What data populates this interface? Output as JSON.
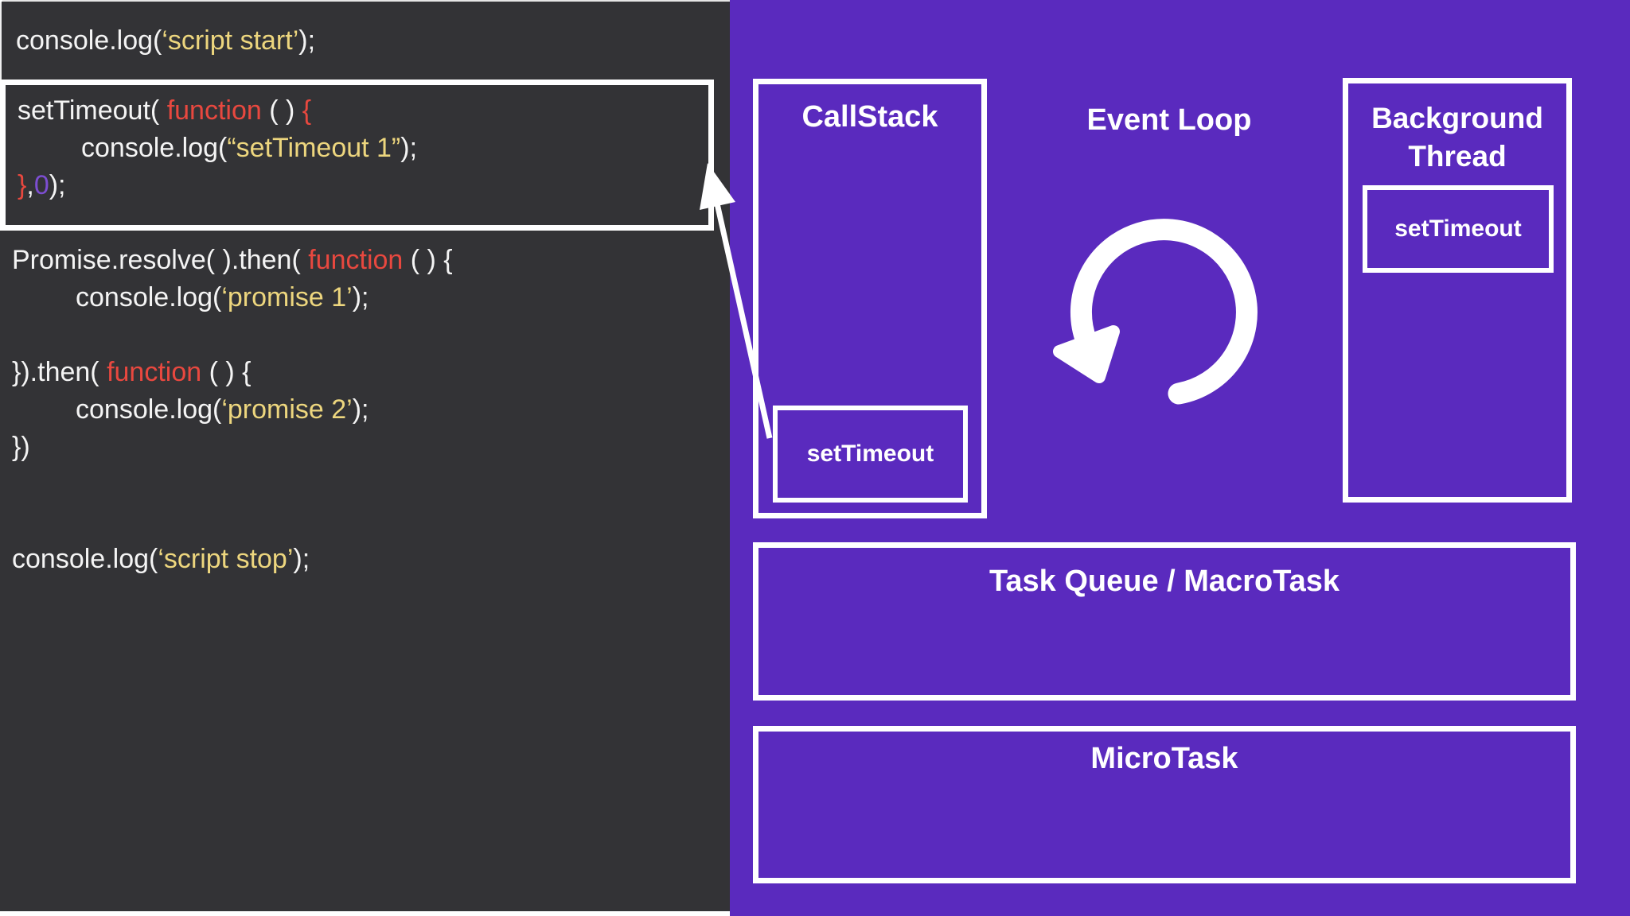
{
  "colors": {
    "background_purple": "#5a2abe",
    "editor_dark": "#333336",
    "outline_white": "#ffffff",
    "code_default": "#f4f4f4",
    "code_string_yellow": "#edd67e",
    "code_keyword_red": "#e8483f",
    "code_number_purple": "#7d4ed2"
  },
  "editor": {
    "block_top": {
      "lines": [
        {
          "indent": false,
          "tokens": [
            [
              "console.log(",
              "w"
            ],
            [
              "‘script start’",
              "y"
            ],
            [
              ");",
              "w"
            ]
          ]
        }
      ]
    },
    "highlight_box": {
      "lines": [
        {
          "indent": false,
          "tokens": [
            [
              "setTimeout( ",
              "w"
            ],
            [
              "function",
              "r"
            ],
            [
              " ( ) ",
              "w"
            ],
            [
              "{",
              "r"
            ]
          ]
        },
        {
          "indent": true,
          "tokens": [
            [
              "console.log(",
              "w"
            ],
            [
              "“setTimeout 1”",
              "y"
            ],
            [
              ");",
              "w"
            ]
          ]
        },
        {
          "indent": false,
          "tokens": [
            [
              "}",
              "r"
            ],
            [
              ",",
              "w"
            ],
            [
              "0",
              "p"
            ],
            [
              ");",
              "w"
            ]
          ]
        }
      ]
    },
    "block_bottom": {
      "lines": [
        {
          "indent": false,
          "tokens": [
            [
              "Promise.resolve( ).then( ",
              "w"
            ],
            [
              "function",
              "r"
            ],
            [
              " ( ) {",
              "w"
            ]
          ]
        },
        {
          "indent": true,
          "tokens": [
            [
              "console.log(",
              "w"
            ],
            [
              "‘promise 1’",
              "y"
            ],
            [
              ");",
              "w"
            ]
          ]
        },
        {
          "indent": false,
          "tokens": []
        },
        {
          "indent": false,
          "tokens": [
            [
              "}).then( ",
              "w"
            ],
            [
              "function",
              "r"
            ],
            [
              " ( ) {",
              "w"
            ]
          ]
        },
        {
          "indent": true,
          "tokens": [
            [
              "console.log(",
              "w"
            ],
            [
              "‘promise 2’",
              "y"
            ],
            [
              ");",
              "w"
            ]
          ]
        },
        {
          "indent": false,
          "tokens": [
            [
              "})",
              "w"
            ]
          ]
        },
        {
          "indent": false,
          "tokens": []
        },
        {
          "indent": false,
          "tokens": []
        },
        {
          "indent": false,
          "tokens": [
            [
              "console.log(",
              "w"
            ],
            [
              "‘script stop’",
              "y"
            ],
            [
              ");",
              "w"
            ]
          ]
        }
      ]
    }
  },
  "diagram": {
    "callstack": {
      "title": "CallStack",
      "item_label": "setTimeout"
    },
    "event_loop_label": "Event Loop",
    "loop_icon": "counterclockwise-loop-arrow-icon",
    "background_thread": {
      "title": "Background Thread",
      "item_label": "setTimeout"
    },
    "task_queue_label": "Task Queue / MacroTask",
    "microtask_label": "MicroTask"
  }
}
